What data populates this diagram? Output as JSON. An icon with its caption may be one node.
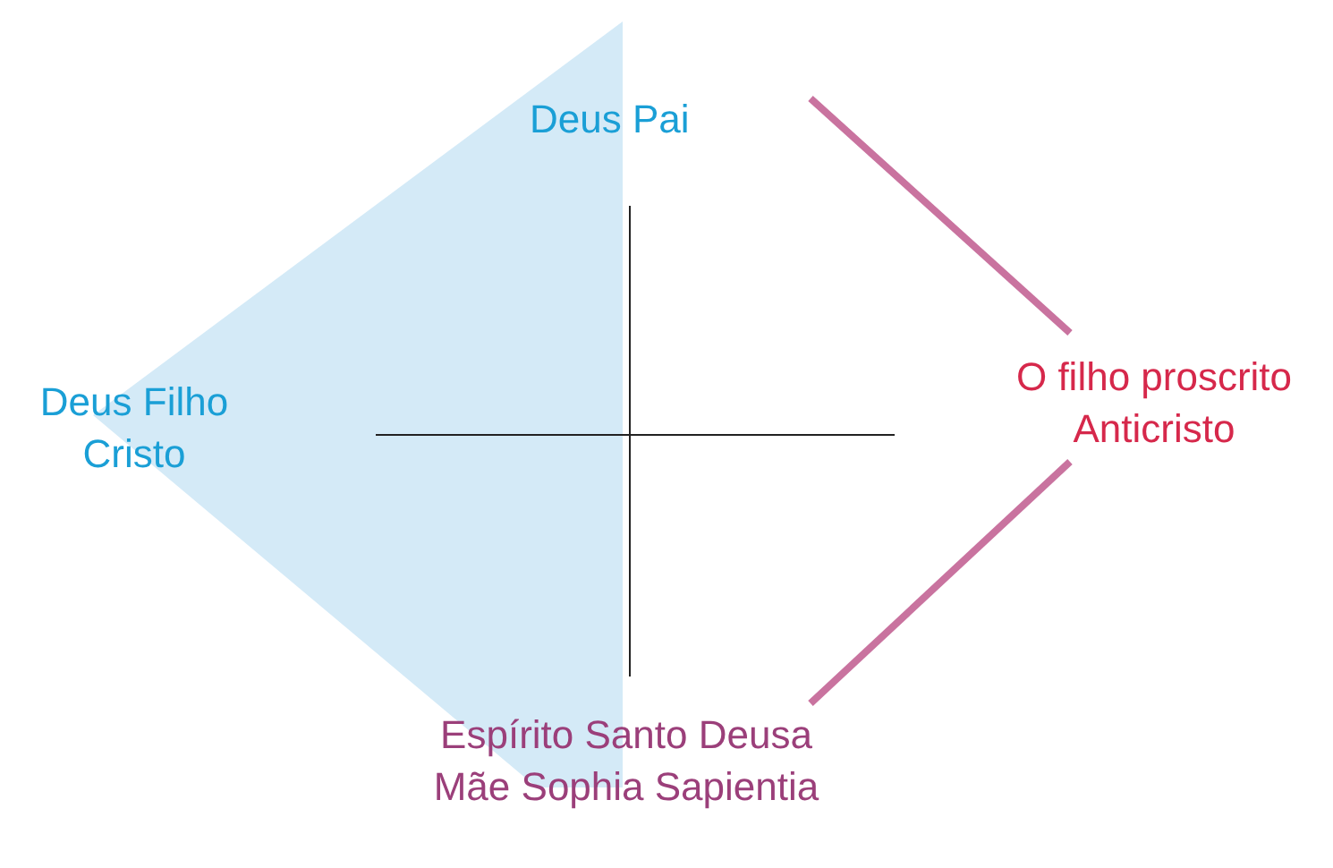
{
  "diagram": {
    "nodes": [
      {
        "text": [
          "Deus Pai"
        ]
      },
      {
        "text": [
          "Deus Filho Cristo"
        ]
      },
      {
        "text": [
          "O filho proscrito Anticristo"
        ]
      },
      {
        "text": [
          "Espírito Santo Deusa Mãe Sophia Sapientia"
        ]
      }
    ],
    "edges": [
      {
        "from": 0,
        "to": 2,
        "arrow": "none",
        "color": "#c9739f"
      },
      {
        "from": 2,
        "to": 3,
        "arrow": "none",
        "color": "#c9739f"
      }
    ]
  }
}
